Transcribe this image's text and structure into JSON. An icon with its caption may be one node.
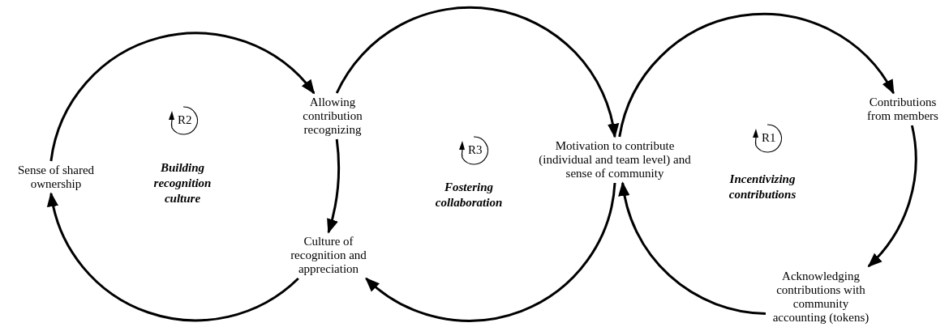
{
  "diagram": {
    "nodes": [
      {
        "text": [
          "Sense of shared ownership"
        ]
      },
      {
        "text": [
          "Allowing contribution recognizing"
        ]
      },
      {
        "text": [
          "Culture of recognition and appreciation"
        ]
      },
      {
        "text": [
          "Motivation to contribute (individual and team level) and sense of community"
        ]
      },
      {
        "text": [
          "Contributions from members"
        ]
      },
      {
        "text": [
          "Acknowledging contributions with community accounting (tokens)"
        ]
      }
    ],
    "edges": [
      {
        "from": 0,
        "to": 1,
        "arrow": "to"
      },
      {
        "from": 1,
        "to": 2,
        "arrow": "to"
      },
      {
        "from": 2,
        "to": 0,
        "arrow": "to"
      },
      {
        "from": 1,
        "to": 3,
        "arrow": "to"
      },
      {
        "from": 3,
        "to": 2,
        "arrow": "to"
      },
      {
        "from": 3,
        "to": 4,
        "arrow": "to"
      },
      {
        "from": 4,
        "to": 5,
        "arrow": "to"
      },
      {
        "from": 5,
        "to": 3,
        "arrow": "to"
      }
    ],
    "labels": [
      "R2",
      "Building recognition culture",
      "R3",
      "Fostering collaboration",
      "R1",
      "Incentivizing contributions"
    ]
  }
}
